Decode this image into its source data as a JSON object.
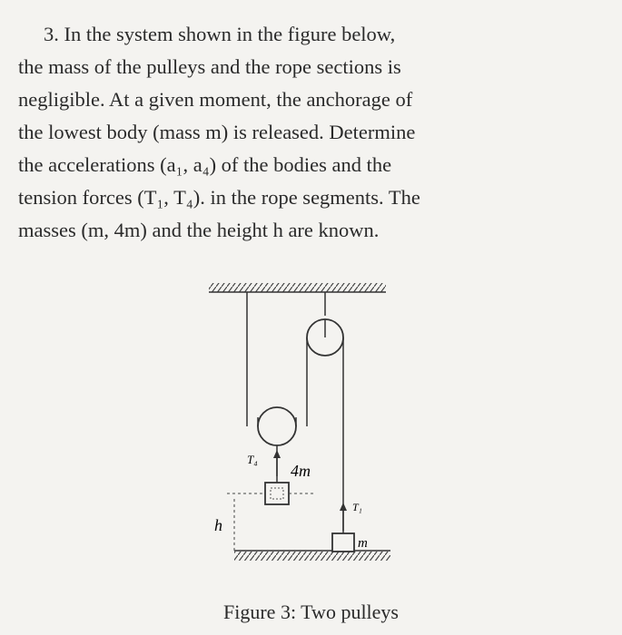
{
  "problem": {
    "lines": [
      "3.  In the system shown in the figure below,",
      "the mass of the pulleys and the rope sections is",
      "negligible.  At a given moment, the anchorage of",
      "the lowest body (mass m) is released.  Determine",
      "the accelerations (a₁, a₄) of the bodies and the",
      "tension forces (T₁, T₄).  in the rope segments.  The",
      "masses (m, 4m) and the height h are known."
    ]
  },
  "figure": {
    "labels": {
      "t4": "T₄",
      "mass_4m": "4m",
      "t1": "T₁",
      "mass_m": "m",
      "height": "h"
    },
    "caption": "Figure 3:  Two pulleys"
  }
}
